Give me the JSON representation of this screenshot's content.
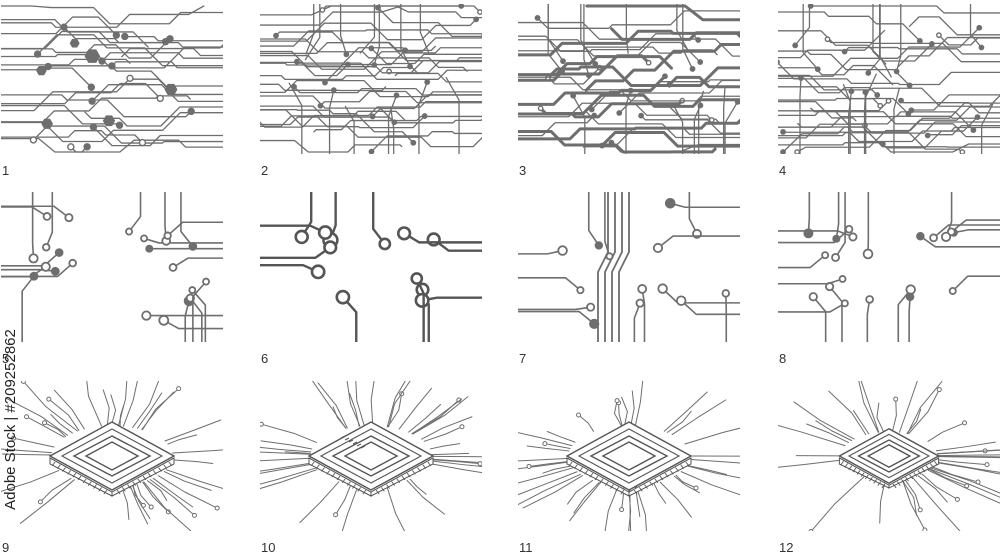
{
  "panels": [
    {
      "number": "1",
      "style": "dense-dots"
    },
    {
      "number": "2",
      "style": "dense-center"
    },
    {
      "number": "3",
      "style": "dense-thick"
    },
    {
      "number": "4",
      "style": "dense-center"
    },
    {
      "number": "5",
      "style": "sparse-rings"
    },
    {
      "number": "6",
      "style": "sparse-big"
    },
    {
      "number": "7",
      "style": "sparse-bus"
    },
    {
      "number": "8",
      "style": "sparse-mixed"
    },
    {
      "number": "9",
      "style": "chip"
    },
    {
      "number": "10",
      "style": "chip-detailed"
    },
    {
      "number": "11",
      "style": "chip"
    },
    {
      "number": "12",
      "style": "chip-small"
    }
  ],
  "stock_id": "Adobe Stock | #209252862",
  "colors": {
    "trace": "#6e6e6e",
    "trace_dark": "#555555",
    "background": "#ffffff"
  }
}
